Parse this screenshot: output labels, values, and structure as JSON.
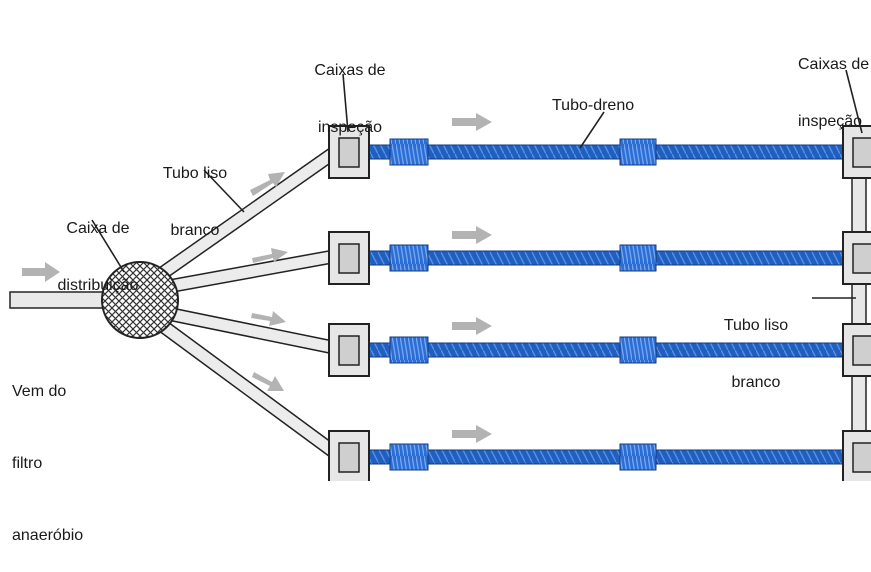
{
  "labels": {
    "caixas_inspecao_left_1": "Caixas de",
    "caixas_inspecao_left_2": "inspeção",
    "caixas_inspecao_right_1": "Caixas de",
    "caixas_inspecao_right_2": "inspeção",
    "tubo_dreno": "Tubo-dreno",
    "tubo_liso_top_1": "Tubo liso",
    "tubo_liso_top_2": "branco",
    "caixa_distribuicao_1": "Caixa de",
    "caixa_distribuicao_2": "distribuição",
    "vem_do_1": "Vem do",
    "vem_do_2": "filtro",
    "vem_do_3": "anaeróbio",
    "tubo_liso_right_1": "Tubo liso",
    "tubo_liso_right_2": "branco"
  },
  "colors": {
    "drain_pipe": "#1f5fbf",
    "drain_coupling": "#2b6fd6",
    "plain_pipe": "#e8e8e8",
    "box_fill": "#d9d9d9",
    "arrow": "#b3b3b3",
    "outline": "#222222"
  }
}
